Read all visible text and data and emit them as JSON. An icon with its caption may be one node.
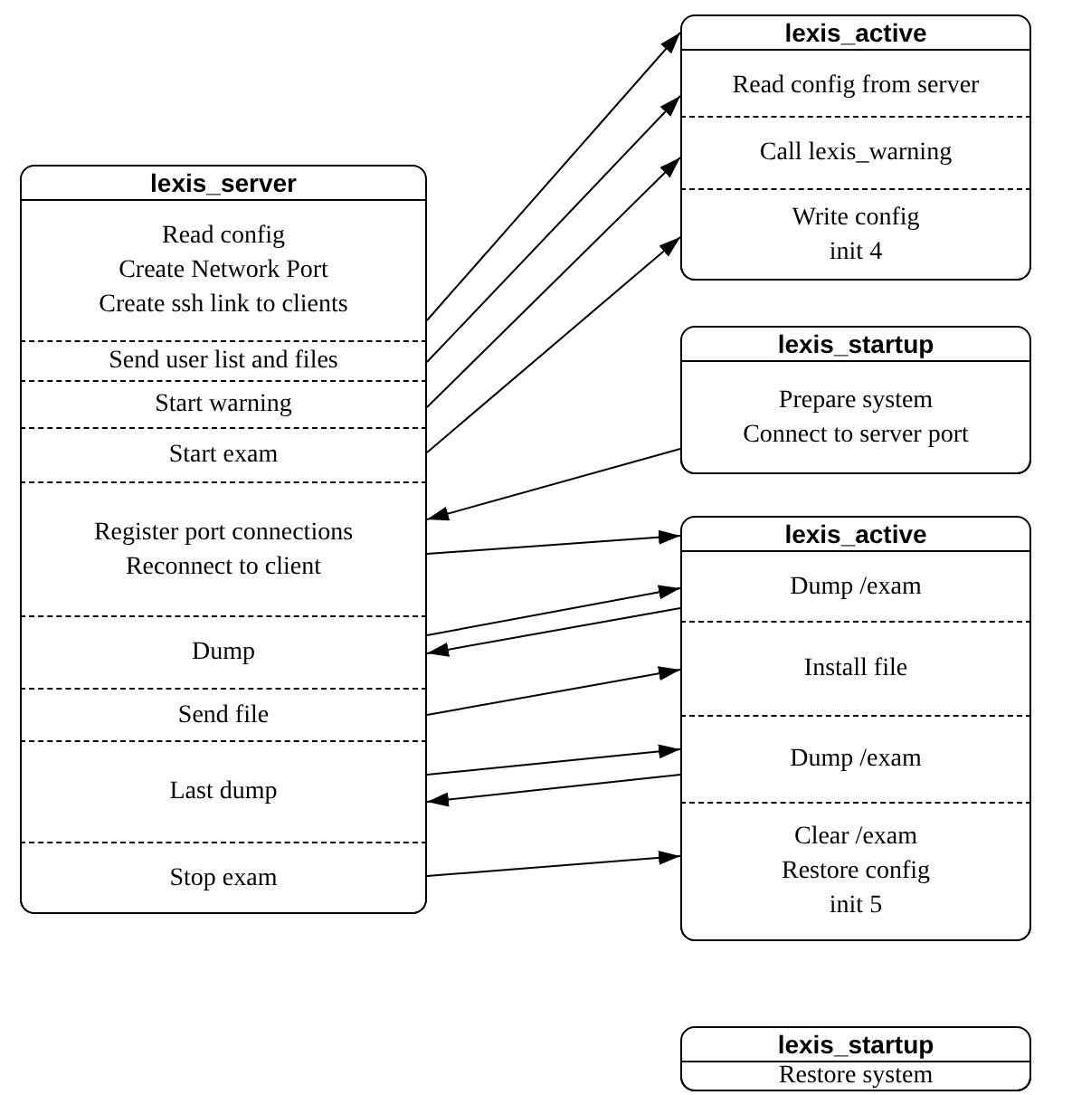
{
  "diagram": {
    "nodes": [
      {
        "text": [
          "lexis_server"
        ]
      },
      {
        "text": [
          "Read config",
          "Create Network Port",
          "Create ssh link to clients"
        ],
        "in": 0
      },
      {
        "text": [
          "Send user list and files"
        ],
        "in": 0
      },
      {
        "text": [
          "Start warning"
        ],
        "in": 0
      },
      {
        "text": [
          "Start exam"
        ],
        "in": 0
      },
      {
        "text": [
          "Register port connections",
          "Reconnect to client"
        ],
        "in": 0
      },
      {
        "text": [
          "Dump"
        ],
        "in": 0
      },
      {
        "text": [
          "Send file"
        ],
        "in": 0
      },
      {
        "text": [
          "Last dump"
        ],
        "in": 0
      },
      {
        "text": [
          "Stop exam"
        ],
        "in": 0
      },
      {
        "text": [
          "lexis_active"
        ]
      },
      {
        "text": [
          "Read config from server"
        ],
        "in": 10
      },
      {
        "text": [
          "Call lexis_warning"
        ],
        "in": 10
      },
      {
        "text": [
          "Write config",
          "init 4"
        ],
        "in": 10
      },
      {
        "text": [
          "lexis_startup"
        ]
      },
      {
        "text": [
          "Prepare system",
          "Connect to server port"
        ],
        "in": 14
      },
      {
        "text": [
          "lexis_active"
        ]
      },
      {
        "text": [
          "Dump /exam"
        ],
        "in": 16
      },
      {
        "text": [
          "Install file"
        ],
        "in": 16
      },
      {
        "text": [
          "Dump /exam"
        ],
        "in": 16
      },
      {
        "text": [
          "Clear /exam",
          "Restore config",
          "init 5"
        ],
        "in": 16
      },
      {
        "text": [
          "lexis_startup"
        ]
      },
      {
        "text": [
          "Restore system"
        ],
        "in": 21
      }
    ],
    "edges": [
      {
        "from": 1,
        "to": 10,
        "arrow": "to"
      },
      {
        "from": 2,
        "to": 11,
        "arrow": "to"
      },
      {
        "from": 3,
        "to": 12,
        "arrow": "to"
      },
      {
        "from": 4,
        "to": 13,
        "arrow": "to"
      },
      {
        "from": 15,
        "to": 5,
        "arrow": "to"
      },
      {
        "from": 5,
        "to": 16,
        "arrow": "to"
      },
      {
        "from": 6,
        "to": 17,
        "arrow": "to"
      },
      {
        "from": 17,
        "to": 6,
        "arrow": "to"
      },
      {
        "from": 7,
        "to": 18,
        "arrow": "to"
      },
      {
        "from": 8,
        "to": 19,
        "arrow": "to"
      },
      {
        "from": 19,
        "to": 8,
        "arrow": "to"
      },
      {
        "from": 9,
        "to": 20,
        "arrow": "to"
      }
    ]
  }
}
